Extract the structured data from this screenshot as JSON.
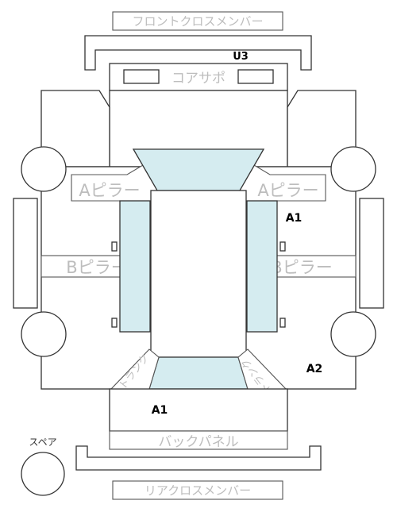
{
  "labels": {
    "front_cross_member": "フロントクロスメンバー",
    "core_support": "コアサポ",
    "a_pillar": "Aピラー",
    "b_pillar": "Bピラー",
    "rear_cross_member": "リアクロスメンバー",
    "back_panel": "バックパネル",
    "trunk": "トランク",
    "spare": "スペア"
  },
  "marks": {
    "u3": "U3",
    "a1_right": "A1",
    "a2": "A2",
    "a1_rear": "A1"
  },
  "colors": {
    "glass": "#d5ecf0",
    "label_text": "#bdbdbd",
    "outline": "#333333"
  }
}
